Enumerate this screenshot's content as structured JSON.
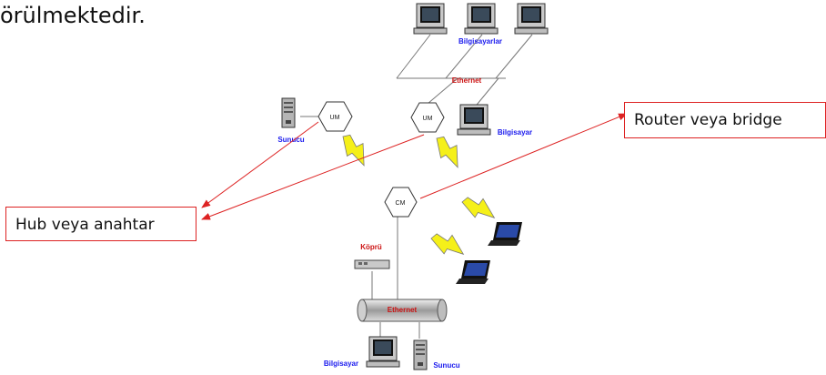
{
  "heading": {
    "text": "örülmektedir."
  },
  "labels": {
    "computers_top": "Bilgisayarlar",
    "ethernet_top": "Ethernet",
    "server_left": "Sunucu",
    "computer_right": "Bilgisayar",
    "bridge": "Köprü",
    "ethernet_bottom": "Ethernet",
    "computer_bottom": "Bilgisayar",
    "server_bottom": "Sunucu"
  },
  "nodes": {
    "hub_left": "UM",
    "hub_mid": "UM",
    "central": "CM"
  },
  "callouts": {
    "router": "Router veya bridge",
    "hub": "Hub veya anahtar"
  },
  "colors": {
    "callout_border": "#dd2222",
    "arrow": "#dd2222",
    "device_label_blue": "#1a1aee",
    "ethernet_label_red": "#cc1111",
    "lightning": "#f5f019"
  }
}
